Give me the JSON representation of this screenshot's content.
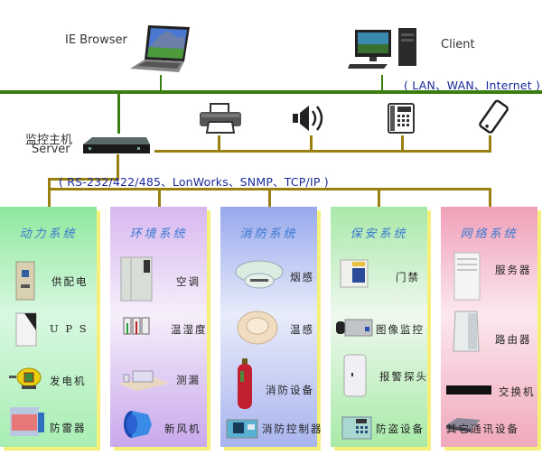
{
  "top": {
    "browser_label": "IE Browser",
    "client_label": "Client",
    "network_label": "( LAN、WAN、Internet )",
    "server_label_cn": "监控主机",
    "server_label_en": "Server",
    "protocol_label": "( RS-232/422/485、LonWorks、SNMP、TCP/IP )"
  },
  "peripherals": [
    {
      "name": "printer",
      "icon": "printer-icon"
    },
    {
      "name": "speaker",
      "icon": "speaker-icon"
    },
    {
      "name": "telephone",
      "icon": "telephone-icon"
    },
    {
      "name": "mobile-phone",
      "icon": "mobile-phone-icon"
    }
  ],
  "colors": {
    "network_bus": "#3a7d10",
    "device_bus": "#9a8010",
    "protocol_text": "#1a2a9a",
    "panel_title": "#3a78d0",
    "panel_shadow": "#f5f07a"
  },
  "panels": [
    {
      "title": "动力系统",
      "items": [
        {
          "label": "供配电",
          "icon": "power-cabinet-icon"
        },
        {
          "label": "U P S",
          "icon": "ups-icon"
        },
        {
          "label": "发电机",
          "icon": "generator-icon"
        },
        {
          "label": "防雷器",
          "icon": "surge-protector-icon"
        }
      ]
    },
    {
      "title": "环境系统",
      "items": [
        {
          "label": "空调",
          "icon": "air-conditioner-icon"
        },
        {
          "label": "温湿度",
          "icon": "thermometer-icon"
        },
        {
          "label": "测漏",
          "icon": "leak-detector-icon"
        },
        {
          "label": "新风机",
          "icon": "fan-icon"
        }
      ]
    },
    {
      "title": "消防系统",
      "items": [
        {
          "label": "烟感",
          "icon": "smoke-detector-icon"
        },
        {
          "label": "温感",
          "icon": "heat-detector-icon"
        },
        {
          "label": "消防设备",
          "icon": "fire-extinguisher-icon"
        },
        {
          "label": "消防控制器",
          "icon": "fire-controller-icon"
        }
      ]
    },
    {
      "title": "保安系统",
      "items": [
        {
          "label": "门禁",
          "icon": "access-control-icon"
        },
        {
          "label": "图像监控",
          "icon": "cctv-camera-icon"
        },
        {
          "label": "报警探头",
          "icon": "motion-sensor-icon"
        },
        {
          "label": "防盗设备",
          "icon": "alarm-keypad-icon"
        }
      ]
    },
    {
      "title": "网络系统",
      "items": [
        {
          "label": "服务器",
          "icon": "server-tower-icon"
        },
        {
          "label": "路由器",
          "icon": "router-icon"
        },
        {
          "label": "交换机",
          "icon": "switch-icon"
        },
        {
          "label": "其它通讯设备",
          "icon": "network-device-icon"
        }
      ]
    }
  ]
}
